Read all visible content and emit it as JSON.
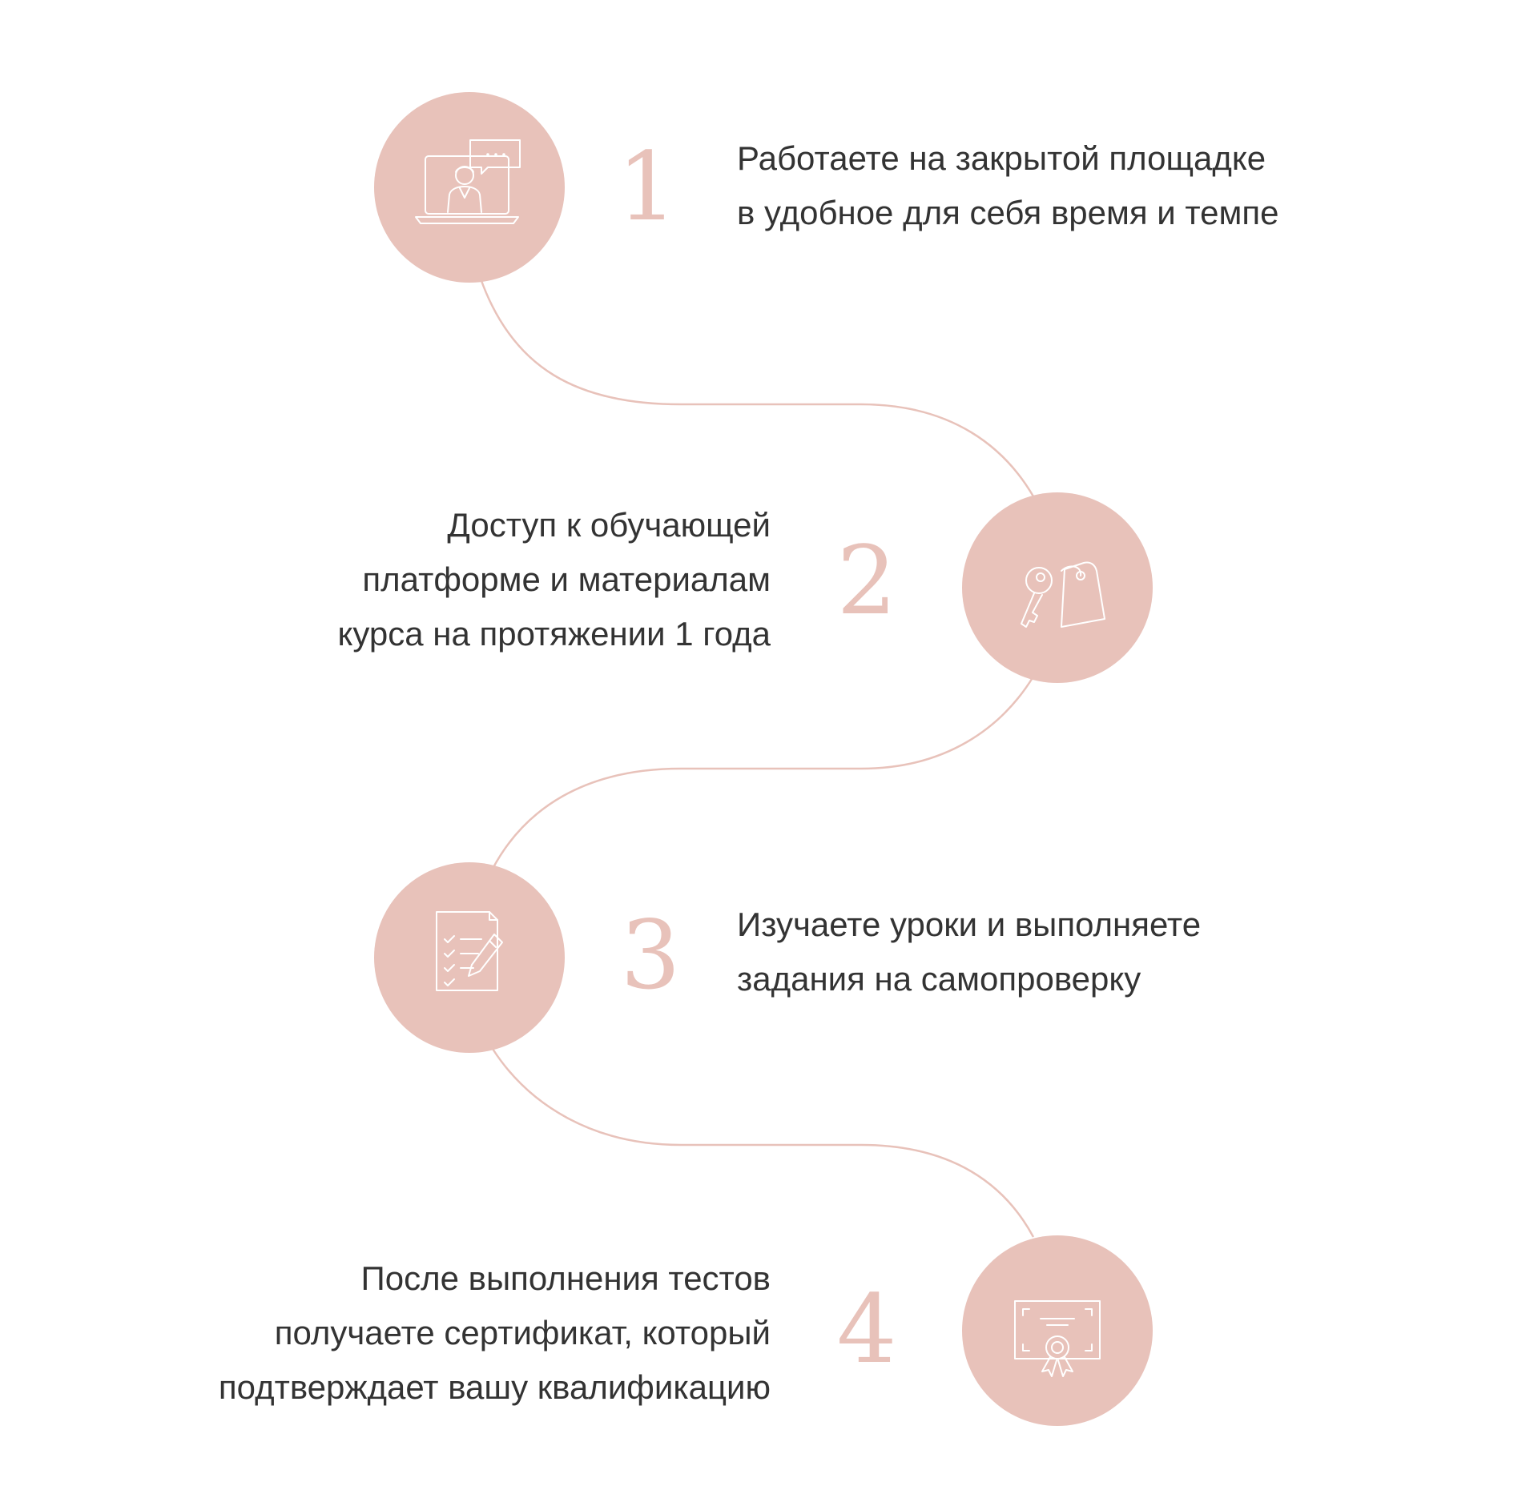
{
  "steps": [
    {
      "number": "1",
      "icon": "laptop-video-call-icon",
      "lines": [
        "Работаете на закрытой площадке",
        "в удобное для себя время и темпе"
      ]
    },
    {
      "number": "2",
      "icon": "key-tag-icon",
      "lines": [
        "Доступ к обучающей",
        "платформе и материалам",
        "курса на протяжении 1 года"
      ]
    },
    {
      "number": "3",
      "icon": "checklist-pencil-icon",
      "lines": [
        "Изучаете уроки и выполняете",
        "задания на самопроверку"
      ]
    },
    {
      "number": "4",
      "icon": "certificate-icon",
      "lines": [
        "После выполнения тестов",
        "получаете сертификат, который",
        "подтверждает вашу квалификацию"
      ]
    }
  ],
  "colors": {
    "accent": "#e8c2ba",
    "text": "#333333",
    "icon_stroke": "#ffffff",
    "background": "#ffffff"
  }
}
